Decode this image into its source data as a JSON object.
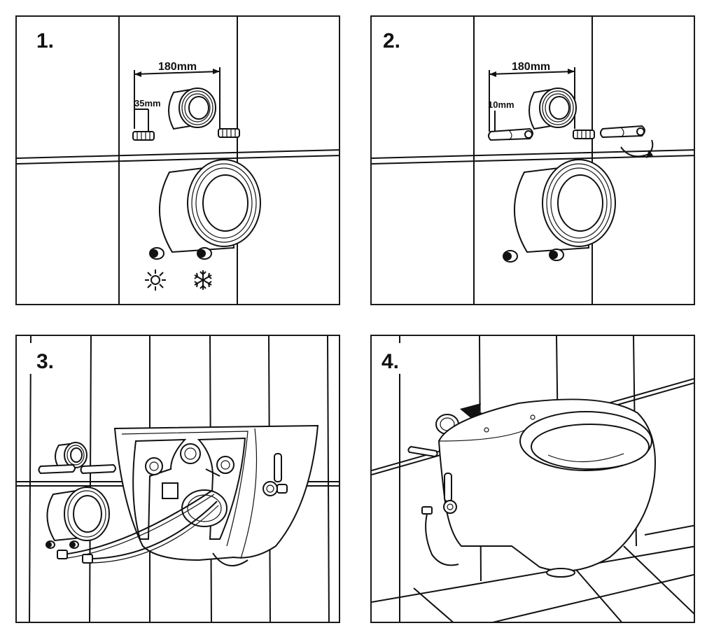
{
  "steps": [
    {
      "number": "1.",
      "dim_width": "180mm",
      "dim_offset": "35mm"
    },
    {
      "number": "2.",
      "dim_width": "180mm",
      "dim_offset": "10mm"
    },
    {
      "number": "3."
    },
    {
      "number": "4."
    }
  ],
  "icons": {
    "hot": "sun-icon",
    "cold": "snowflake-icon",
    "rotate": "rotate-arrow-icon",
    "push": "push-arrow-icon"
  }
}
